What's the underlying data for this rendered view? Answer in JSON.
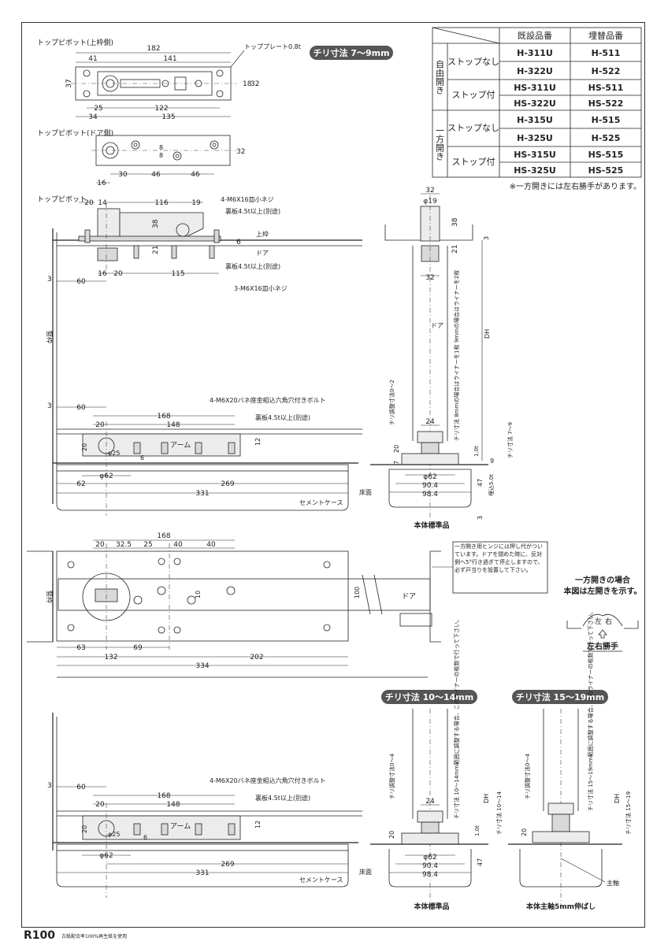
{
  "views": {
    "top_plate_frame": "トップピボット(上枠側)",
    "top_plate_door": "トップピボット(ドア側)",
    "top_pivot": "トップピボット",
    "body_standard": "本体標準品",
    "body_extended": "本体主軸5mm伸ばし",
    "one_way_case": "一方開きの場合",
    "one_way_note": "本図は左開きを示す。",
    "left_right_hand": "左右勝手"
  },
  "pills": {
    "a": "チリ寸法 7〜9mm",
    "b": "チリ寸法 10〜14mm",
    "c": "チリ寸法 15〜19mm"
  },
  "table": {
    "header": [
      "既設品番",
      "埋替品番"
    ],
    "group1": "自由開き",
    "group2": "一方開き",
    "stop_none": "ストップなし",
    "stop_with": "ストップ付",
    "rows": [
      [
        "H-311U",
        "H-511"
      ],
      [
        "H-322U",
        "H-522"
      ],
      [
        "HS-311U",
        "HS-511"
      ],
      [
        "HS-322U",
        "HS-522"
      ],
      [
        "H-315U",
        "H-515"
      ],
      [
        "H-325U",
        "H-525"
      ],
      [
        "HS-315U",
        "HS-515"
      ],
      [
        "HS-325U",
        "HS-525"
      ]
    ],
    "note": "※一方開きには左右勝手があります。"
  },
  "labels": {
    "top_plate_thick": "トッププレート⁲0.8t",
    "screw4": "4-M6X16皿小ネジ",
    "screw3": "3-M6X16皿小ネジ",
    "backing1": "裏板4.5t以上(別途)",
    "backing2": "裏板4.5t以上(別途)",
    "upper_frame": "上枠",
    "door": "ドア",
    "jamb": "竪枠",
    "bolt": "4-M6X20バネ座金組込六角穴付きボルト",
    "backing3": "裏板4.5t以上(別途)",
    "arm": "アーム",
    "cement_case": "セメントケース",
    "floor": "床面",
    "dh": "DH",
    "chiri_adj": "チリ調整寸法0〜2",
    "chiri_adj2": "チリ調整寸法0〜4",
    "liner_note": "チリ寸法 8mmの場合はライナーを1枚 9mmの場合はライナーを2枚",
    "chiri_79": "チリ寸法 7〜9",
    "chiri_1014": "チリ寸法 10〜14",
    "chiri_1519": "チリ寸法 15〜19",
    "embed": "埋込5.0t",
    "main_shaft": "主軸",
    "note_box": "一方開き用ヒンジには押し代がついています。ドアを閉めた時に、反対側へ5°行き過ぎて停止しますので、必ず戸当りを設置して下さい。",
    "liner_note2": "チリ寸法 10〜14mm範囲に調整する場合、このライナーの枚数で行って下さい。",
    "liner_note3": "チリ寸法 15〜19mm範囲に調整する場合、このライナーの枚数で行って下さい。",
    "left": "左",
    "right": "右",
    "footer": "古紙配合率100%再生紙を使用",
    "footer_logo": "R100"
  },
  "dims": {
    "d182": "⁲182",
    "d41": "41",
    "d141": "141",
    "d37": "⁲37",
    "d18": "18",
    "d32": "32",
    "d25": "25",
    "d122": "122",
    "d34": "34",
    "d135": "135",
    "d8a": "8",
    "d8b": "8",
    "d32b": "32",
    "d30": "30",
    "d46a": "46",
    "d46b": "46",
    "d16": "16",
    "d20": "20",
    "d14": "14",
    "d116": "116",
    "d19": "19",
    "d38": "38",
    "d6": "6",
    "d21": "21",
    "d16b": "16",
    "d20b": "20",
    "d115": "115",
    "d3": "3",
    "d60": "60",
    "d168": "168",
    "d148": "148",
    "d20c": "20",
    "d12": "12",
    "dphi25": "φ25",
    "dphi62": "φ62",
    "d62": "62",
    "d269": "269",
    "d331": "331",
    "s32": "32",
    "sphi19": "φ19",
    "s38": "38",
    "s21": "21",
    "s32b": "32",
    "s24": "24",
    "s20": "20",
    "s7": "7",
    "s1": "⁲1.0t",
    "s9": "9",
    "sphi62": "φ62",
    "s904": "90.4",
    "s984": "98.4",
    "s47": "47",
    "s3": "3",
    "s3b": "3",
    "p168": "168",
    "p20": "20",
    "p325": "32.5",
    "p25": "25",
    "p40a": "40",
    "p40b": "40",
    "p10": "10",
    "p100": "⁲100",
    "p63": "63",
    "p69": "69",
    "p132": "⁲132",
    "p202": "⁲202",
    "p334": "⁲334"
  }
}
